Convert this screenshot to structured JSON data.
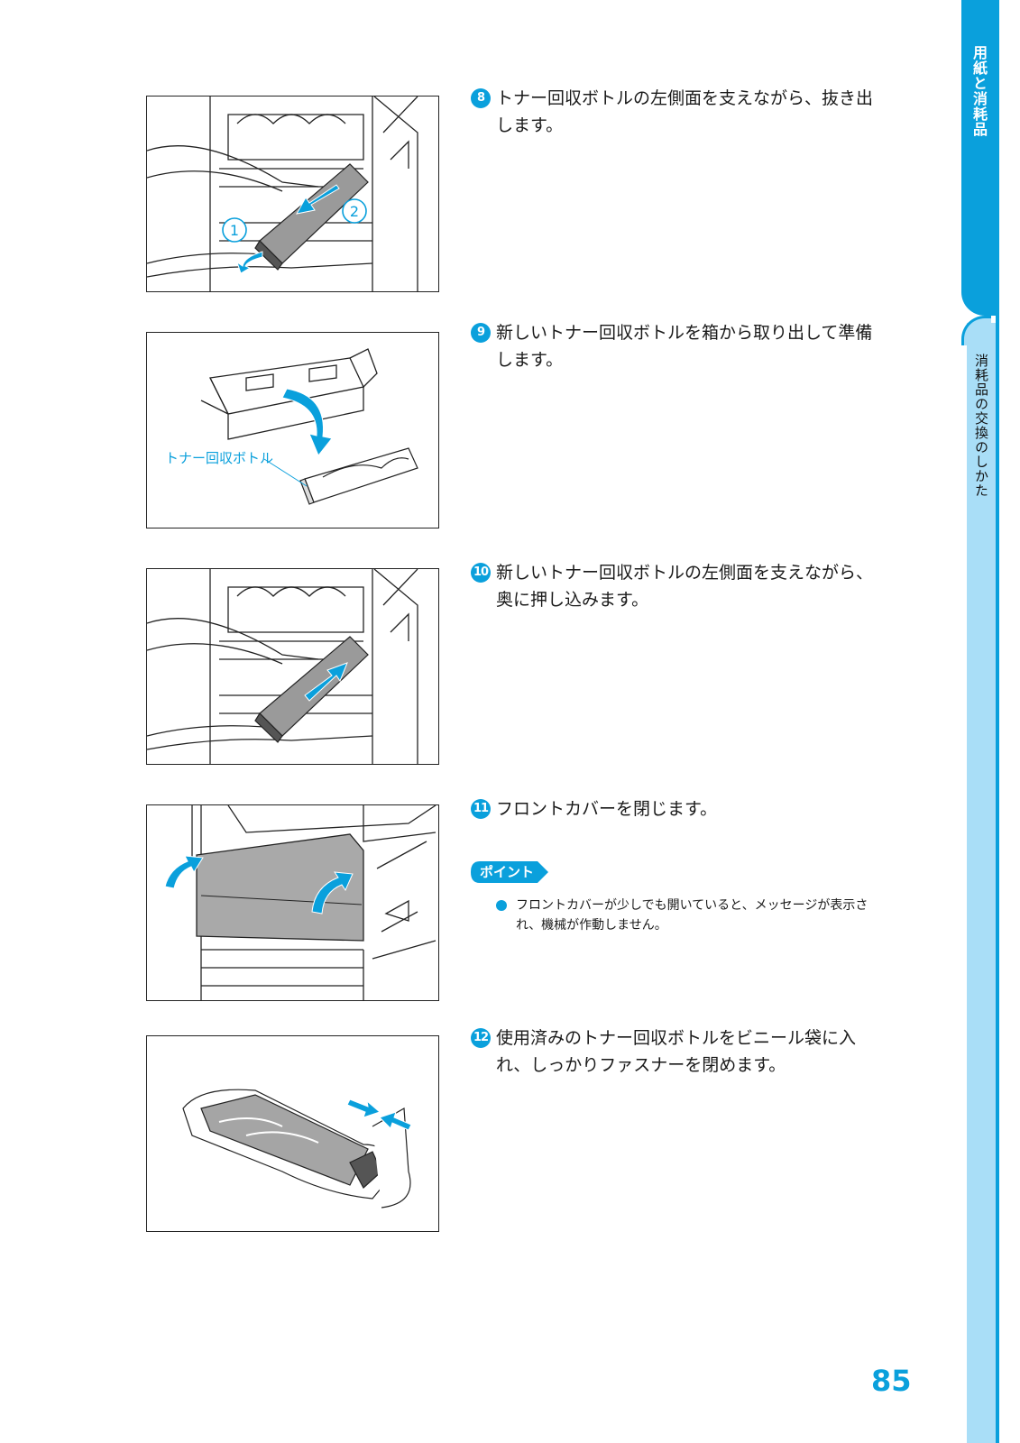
{
  "side_tab": {
    "chapter": "用紙と消耗品",
    "section": "消耗品の交換のしかた"
  },
  "steps": [
    {
      "number": "8",
      "text": "トナー回収ボトルの左側面を支えながら、抜き出します。"
    },
    {
      "number": "9",
      "text": "新しいトナー回収ボトルを箱から取り出して準備します。"
    },
    {
      "number": "10",
      "text": "新しいトナー回収ボトルの左側面を支えながら、奥に押し込みます。"
    },
    {
      "number": "11",
      "text": "フロントカバーを閉じます。"
    },
    {
      "number": "12",
      "text": "使用済みのトナー回収ボトルをビニール袋に入れ、しっかりファスナーを閉めます。"
    }
  ],
  "figure_labels": {
    "fig1_marker1": "1",
    "fig1_marker2": "2",
    "fig2_callout": "トナー回収ボトル"
  },
  "point": {
    "label": "ポイント",
    "items": [
      "フロントカバーが少しでも開いていると、メッセージが表示され、機械が作動しません。"
    ]
  },
  "page_number": "85",
  "colors": {
    "accent": "#0aa0dc",
    "tab_light": "#a9def7"
  }
}
